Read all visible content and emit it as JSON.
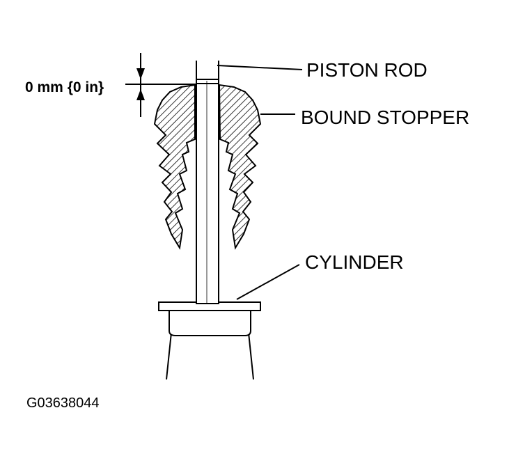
{
  "labels": {
    "piston_rod": "PISTON ROD",
    "bound_stopper": "BOUND STOPPER",
    "cylinder": "CYLINDER",
    "dimension": "0 mm {0 in}",
    "figure_id": "G03638044"
  },
  "colors": {
    "ink": "#000000",
    "background": "#ffffff"
  }
}
